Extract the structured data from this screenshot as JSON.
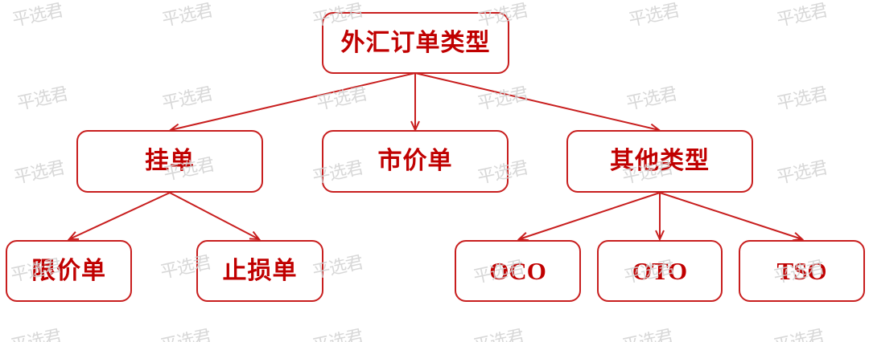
{
  "diagram": {
    "title": "外汇订单类型",
    "colors": {
      "text": "#C00000",
      "border": "#C81E1E",
      "edge": "#C81E1E",
      "background": "#FFFFFF",
      "watermark": "#D2D2D2"
    },
    "watermark_text": "平选君",
    "nodes": {
      "root": {
        "label": "外汇订单类型"
      },
      "pending": {
        "label": "挂单"
      },
      "market": {
        "label": "市价单"
      },
      "other": {
        "label": "其他类型"
      },
      "limit": {
        "label": "限价单"
      },
      "stop": {
        "label": "止损单"
      },
      "oco": {
        "label": "OCO"
      },
      "oto": {
        "label": "OTO"
      },
      "tso": {
        "label": "TSO"
      }
    },
    "edges": [
      {
        "from": "外汇订单类型",
        "to": "挂单"
      },
      {
        "from": "外汇订单类型",
        "to": "市价单"
      },
      {
        "from": "外汇订单类型",
        "to": "其他类型"
      },
      {
        "from": "挂单",
        "to": "限价单"
      },
      {
        "from": "挂单",
        "to": "止损单"
      },
      {
        "from": "其他类型",
        "to": "OCO"
      },
      {
        "from": "其他类型",
        "to": "OTO"
      },
      {
        "from": "其他类型",
        "to": "TSO"
      }
    ]
  }
}
